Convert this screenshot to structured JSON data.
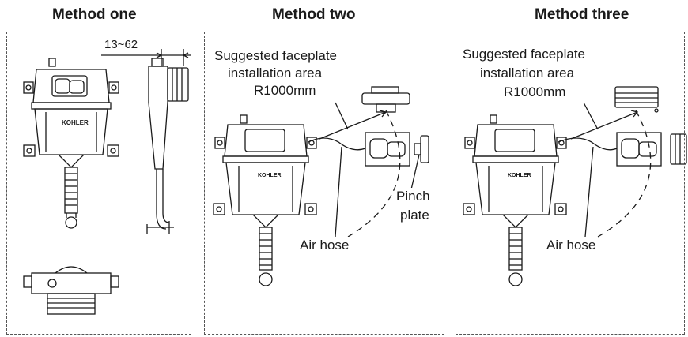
{
  "methods": [
    {
      "title": "Method one"
    },
    {
      "title": "Method two"
    },
    {
      "title": "Method three"
    }
  ],
  "method_one": {
    "dimension": "13~62",
    "logo": "KOHLER"
  },
  "method_two": {
    "area_label_line1": "Suggested faceplate",
    "area_label_line2": "installation area",
    "area_label_line3": "R1000mm",
    "air_hose": "Air hose",
    "pinch_line1": "Pinch",
    "pinch_line2": "plate",
    "logo": "KOHLER"
  },
  "method_three": {
    "area_label_line1": "Suggested faceplate",
    "area_label_line2": "installation area",
    "area_label_line3": "R1000mm",
    "air_hose": "Air hose",
    "logo": "KOHLER"
  }
}
